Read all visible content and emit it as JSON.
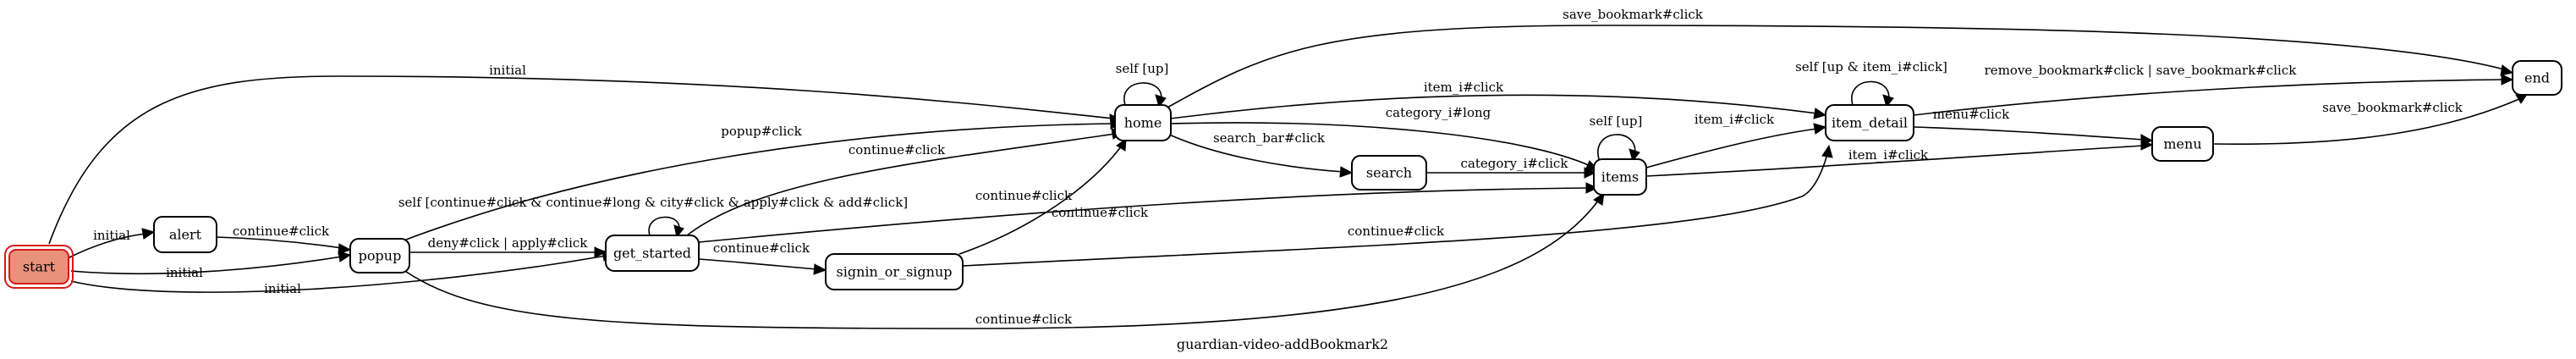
{
  "graph": {
    "caption": "guardian-video-addBookmark2",
    "colors": {
      "start_fill": "#e8927b",
      "start_stroke": "#d41a1a",
      "node_stroke": "#000000",
      "edge": "#000000"
    }
  },
  "nodes": {
    "start": "start",
    "alert": "alert",
    "popup": "popup",
    "get_started": "get_started",
    "signin_or_signup": "signin_or_signup",
    "home": "home",
    "search": "search",
    "items": "items",
    "item_detail": "item_detail",
    "menu": "menu",
    "end": "end"
  },
  "edges": {
    "start_home": "initial",
    "start_alert": "initial",
    "start_popup": "initial",
    "start_get_started": "initial",
    "alert_popup": "continue#click",
    "popup_home": "popup#click",
    "popup_get_started": "deny#click | apply#click",
    "popup_items": "continue#click",
    "get_started_self": "self [continue#click & continue#long & city#click & apply#click & add#click]",
    "get_started_home": "continue#click",
    "get_started_items": "continue#click",
    "get_started_signin": "continue#click",
    "signin_home": "continue#click",
    "signin_item_detail": "continue#click",
    "home_self": "self [up]",
    "home_end": "save_bookmark#click",
    "home_item_detail": "item_i#click",
    "home_items": "category_i#long",
    "home_search": "search_bar#click",
    "search_items": "category_i#click",
    "items_self": "self [up]",
    "items_item_detail": "item_i#click",
    "items_menu": "item_i#click",
    "item_detail_self": "self [up & item_i#click]",
    "item_detail_end": "remove_bookmark#click | save_bookmark#click",
    "item_detail_menu": "menu#click",
    "menu_end": "save_bookmark#click"
  }
}
